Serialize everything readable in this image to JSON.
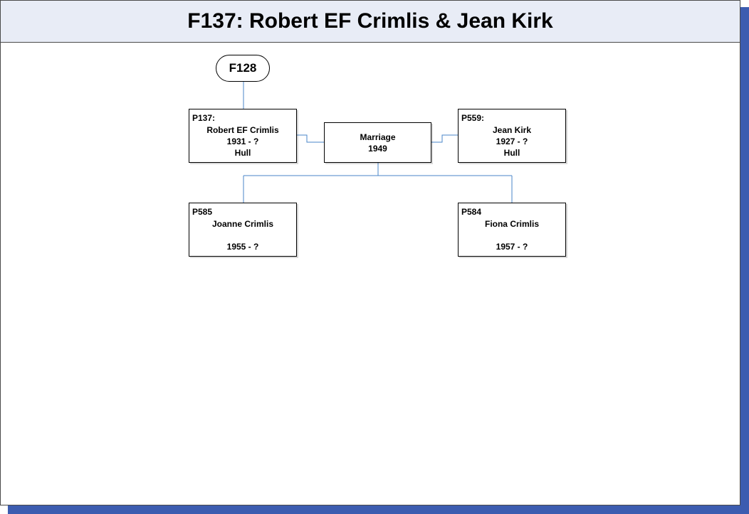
{
  "title": "F137: Robert EF Crimlis & Jean Kirk",
  "parent_family": {
    "label": "F128"
  },
  "husband": {
    "id": "P137:",
    "name": "Robert EF Crimlis",
    "dates": "1931 - ?",
    "place": "Hull"
  },
  "wife": {
    "id": "P559:",
    "name": "Jean Kirk",
    "dates": "1927 - ?",
    "place": "Hull"
  },
  "marriage": {
    "label": "Marriage",
    "year": "1949"
  },
  "children": [
    {
      "id": "P585",
      "name": "Joanne Crimlis",
      "dates": "1955 - ?"
    },
    {
      "id": "P584",
      "name": "Fiona Crimlis",
      "dates": "1957 - ?"
    }
  ],
  "colors": {
    "connector": "#4a86c8",
    "title_bg": "#e8ecf6",
    "shadow": "#3c5cb0"
  }
}
